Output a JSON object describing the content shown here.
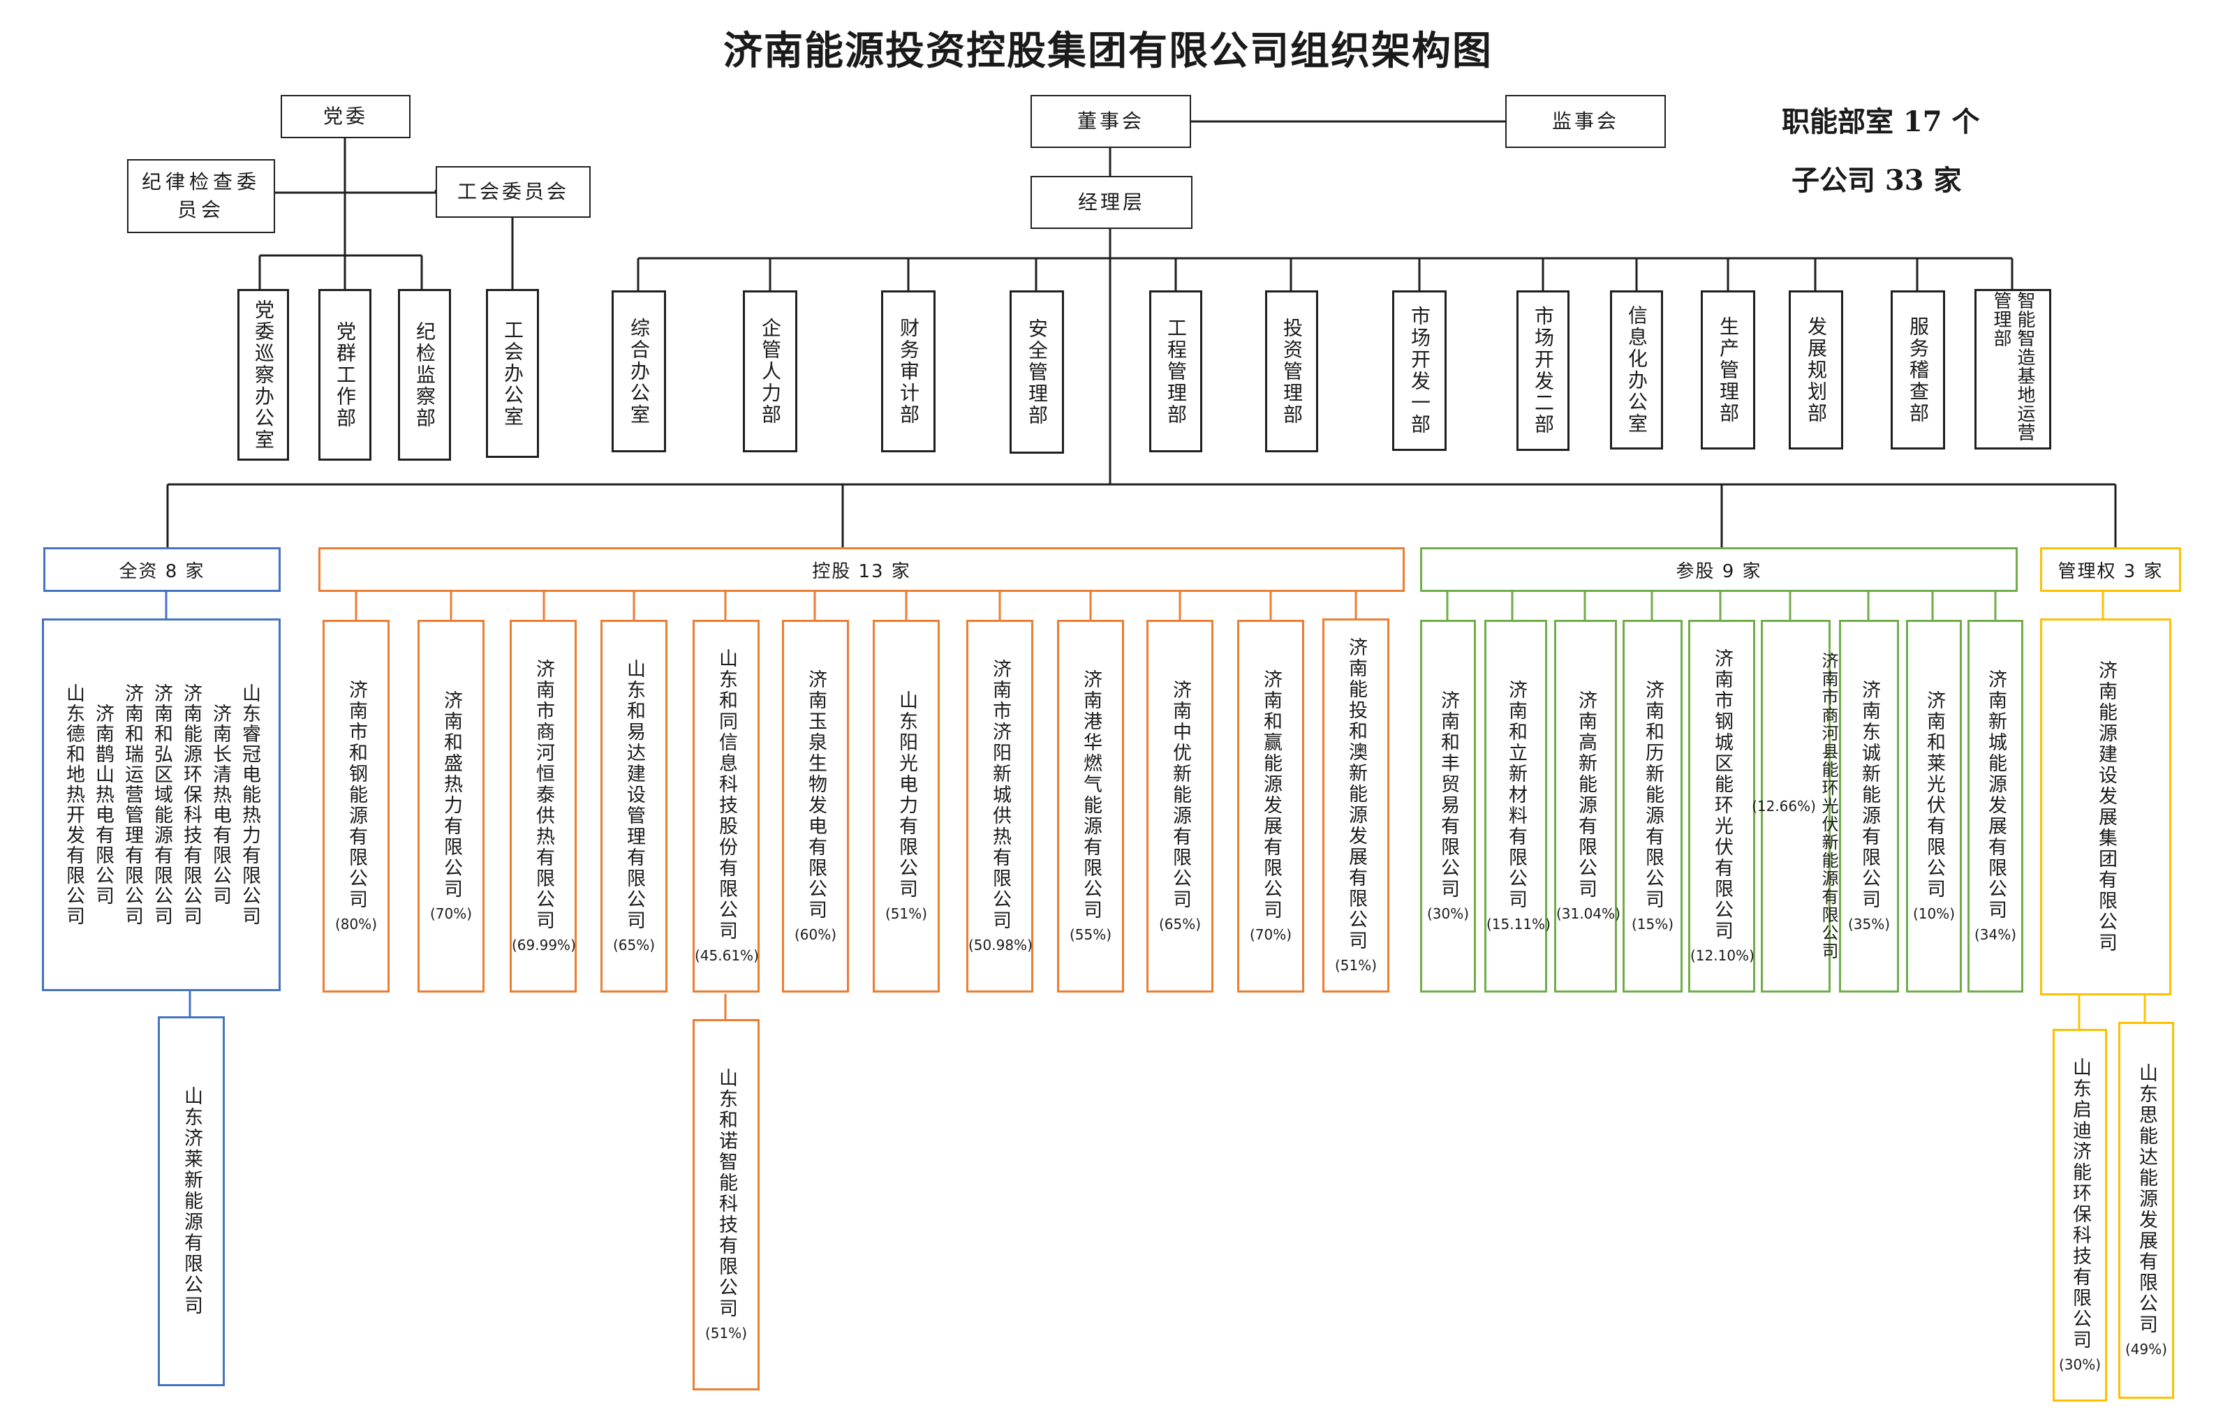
{
  "title": "济南能源投资控股集团有限公司组织架构图",
  "stats": {
    "departments": "职能部室 17 个",
    "subsidiaries": "子公司 33 家"
  },
  "colors": {
    "line": "#1f1f1f",
    "wholly_owned": "#4472c4",
    "holding": "#ed7d31",
    "participating": "#70ad47",
    "managed": "#ffc000"
  },
  "party": {
    "committee": "党委",
    "discipline": "纪律检查委员会",
    "union": "工会委员会",
    "offices": [
      "党委巡察办公室",
      "党群工作部",
      "纪检监察部"
    ],
    "union_office": "工会办公室"
  },
  "board": "董事会",
  "supervisors": "监事会",
  "management": "经理层",
  "departments": [
    "综合办公室",
    "企管人力部",
    "财务审计部",
    "安全管理部",
    "工程管理部",
    "投资管理部",
    "市场开发一部",
    "市场开发二部",
    "信息化办公室",
    "生产管理部",
    "发展规划部",
    "服务稽查部",
    "智能智造基地运营管理部"
  ],
  "categories": {
    "wholly_owned": {
      "label": "全资 8 家",
      "companies": [
        "山东睿冠电能热力有限公司",
        "济南长清热电有限公司",
        "济南能源环保科技有限公司",
        "济南和弘区域能源有限公司",
        "济南和瑞运营管理有限公司",
        "济南鹊山热电有限公司",
        "山东德和地热开发有限公司"
      ],
      "sub": "山东济莱新能源有限公司"
    },
    "holding": {
      "label": "控股 13 家",
      "companies": [
        {
          "name": "济南市和钢能源有限公司",
          "pct": "(80%)"
        },
        {
          "name": "济南和盛热力有限公司",
          "pct": "(70%)"
        },
        {
          "name": "济南市商河恒泰供热有限公司",
          "pct": "(69.99%)"
        },
        {
          "name": "山东和易达建设管理有限公司",
          "pct": "(65%)"
        },
        {
          "name": "山东和同信息科技股份有限公司",
          "pct": "(45.61%)"
        },
        {
          "name": "济南玉泉生物发电有限公司",
          "pct": "(60%)"
        },
        {
          "name": "山东阳光电力有限公司",
          "pct": "(51%)"
        },
        {
          "name": "济南市济阳新城供热有限公司",
          "pct": "(50.98%)"
        },
        {
          "name": "济南港华燃气能源有限公司",
          "pct": "(55%)"
        },
        {
          "name": "济南中优新能源有限公司",
          "pct": "(65%)"
        },
        {
          "name": "济南和赢能源发展有限公司",
          "pct": "(70%)"
        },
        {
          "name": "济南能投和澳新能源发展有限公司",
          "pct": "(51%)"
        }
      ],
      "sub": {
        "name": "山东和诺智能科技有限公司",
        "pct": "(51%)"
      }
    },
    "participating": {
      "label": "参股 9 家",
      "companies": [
        {
          "name": "济南和丰贸易有限公司",
          "pct": "(30%)"
        },
        {
          "name": "济南和立新材料有限公司",
          "pct": "(15.11%)"
        },
        {
          "name": "济南高新能源有限公司",
          "pct": "(31.04%)"
        },
        {
          "name": "济南和历新能源有限公司",
          "pct": "(15%)"
        },
        {
          "name": "济南市钢城区能环光伏有限公司",
          "pct": "(12.10%)"
        },
        {
          "name": "济南市商河县能环光伏新能源有限公司",
          "pct": "(12.66%)"
        },
        {
          "name": "济南东诚新能源有限公司",
          "pct": "(35%)"
        },
        {
          "name": "济南和莱光伏有限公司",
          "pct": "(10%)"
        },
        {
          "name": "济南新城能源发展有限公司",
          "pct": "(34%)"
        }
      ]
    },
    "managed": {
      "label": "管理权 3 家",
      "company": "济南能源建设发展集团有限公司",
      "subs": [
        {
          "name": "山东启迪济能环保科技有限公司",
          "pct": "(30%)"
        },
        {
          "name": "山东思能达能源发展有限公司",
          "pct": "(49%)"
        }
      ]
    }
  }
}
